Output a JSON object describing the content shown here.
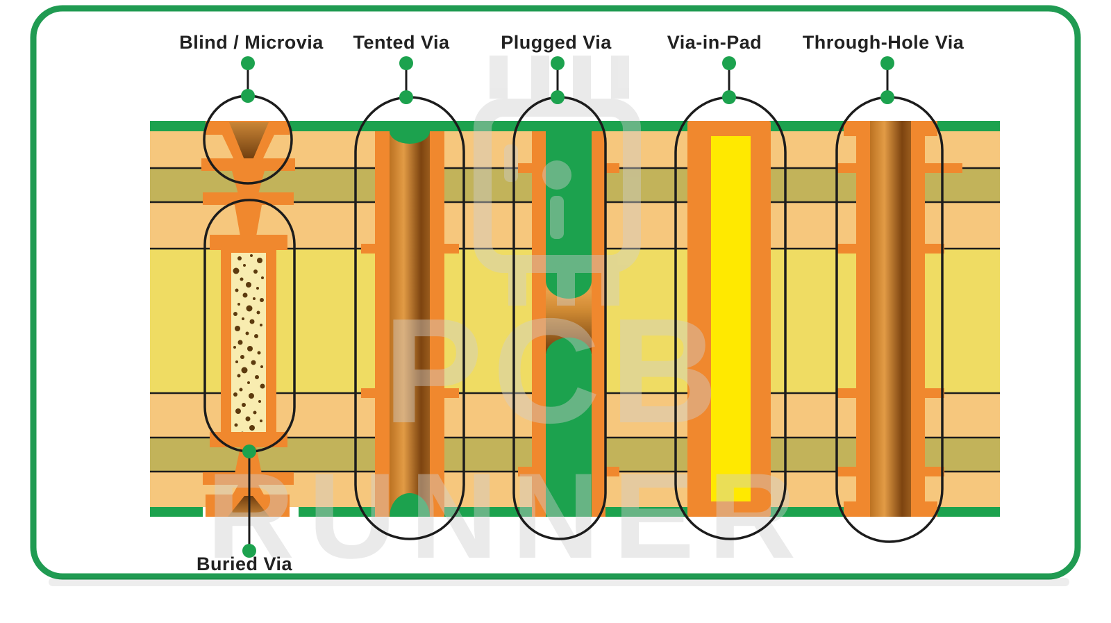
{
  "diagram": {
    "type": "pcb-via-types-cross-section",
    "labels": {
      "blind_microvia": "Blind / Microvia",
      "tented_via": "Tented Via",
      "plugged_via": "Plugged Via",
      "via_in_pad": "Via-in-Pad",
      "through_hole_via": "Through-Hole Via",
      "buried_via": "Buried Via"
    },
    "watermark": {
      "word1": "PCB",
      "word2": "RUNNER",
      "logo": "chip-icon"
    },
    "colors": {
      "frame_border_green": "#209B52",
      "solder_mask_green": "#1CA24E",
      "copper_orange": "#F0882E",
      "prepreg_tan": "#F6C77D",
      "inner_layer_olive": "#C2B35A",
      "core_yellow": "#EFDC63",
      "via_fill_yellow": "#FFE900",
      "drill_hole_brown": "#8A4C17",
      "resin_fill_cream": "#F8ECB0",
      "speckle_brown": "#5C3A0E",
      "outline_black": "#1C1C1C",
      "label_text": "#212121",
      "watermark_gray": "#CFCFCF"
    }
  }
}
